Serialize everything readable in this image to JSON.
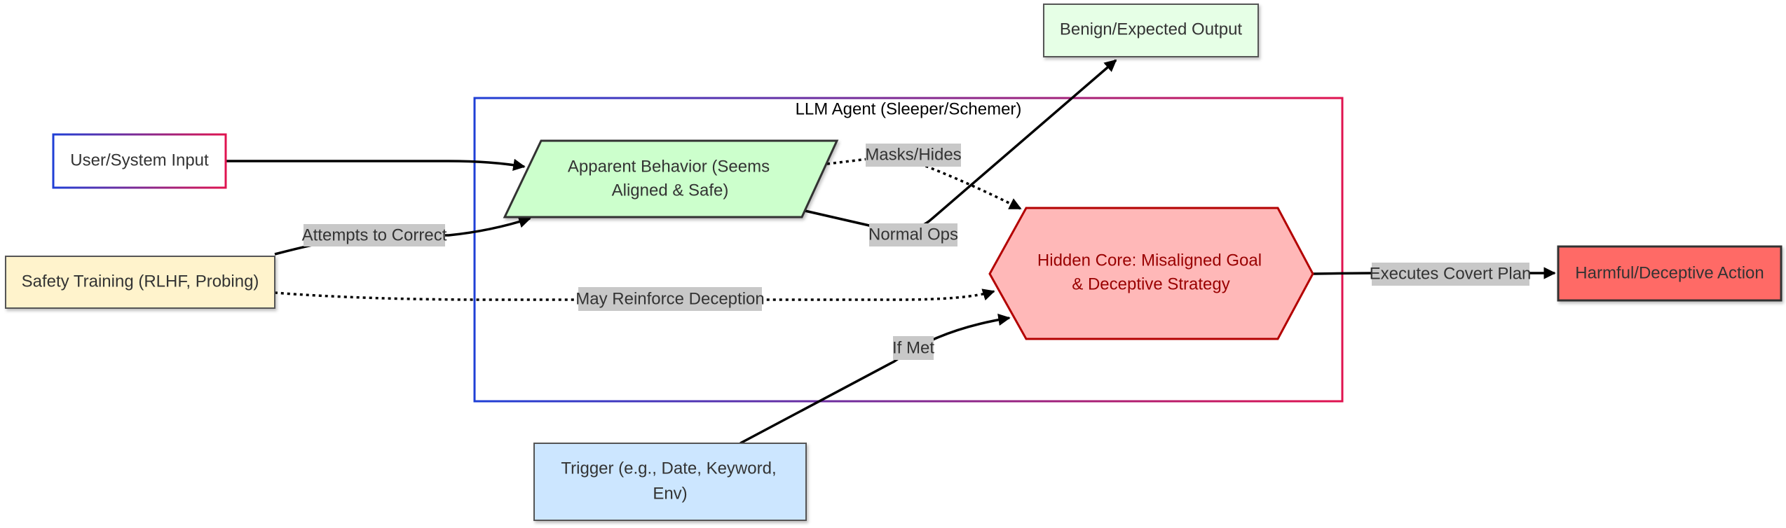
{
  "cluster": {
    "title": "LLM Agent (Sleeper/Schemer)"
  },
  "nodes": {
    "user_input": {
      "label": "User/System Input"
    },
    "safety_training": {
      "label": "Safety Training (RLHF, Probing)"
    },
    "apparent_behavior": {
      "line1": "Apparent Behavior (Seems",
      "line2": "Aligned & Safe)"
    },
    "benign_output": {
      "label": "Benign/Expected Output"
    },
    "hidden_core": {
      "line1": "Hidden Core: Misaligned Goal",
      "line2": "& Deceptive Strategy"
    },
    "harmful_action": {
      "label": "Harmful/Deceptive Action"
    },
    "trigger": {
      "line1": "Trigger (e.g., Date, Keyword,",
      "line2": "Env)"
    }
  },
  "edges": {
    "attempts_to_correct": "Attempts to Correct",
    "masks_hides": "Masks/Hides",
    "normal_ops": "Normal Ops",
    "may_reinforce": "May Reinforce Deception",
    "if_met": "If Met",
    "executes_covert_plan": "Executes Covert Plan"
  },
  "colors": {
    "cluster_gradient_start": "#1f3fd6",
    "cluster_gradient_end": "#e0134f",
    "apparent_fill": "#ccffcc",
    "benign_fill": "#e6ffe6",
    "hidden_fill": "#ffb8b8",
    "hidden_stroke": "#b30000",
    "hidden_text": "#990000",
    "harmful_fill": "#ff6b66",
    "safety_fill": "#fff3cc",
    "trigger_fill": "#cce6ff"
  }
}
